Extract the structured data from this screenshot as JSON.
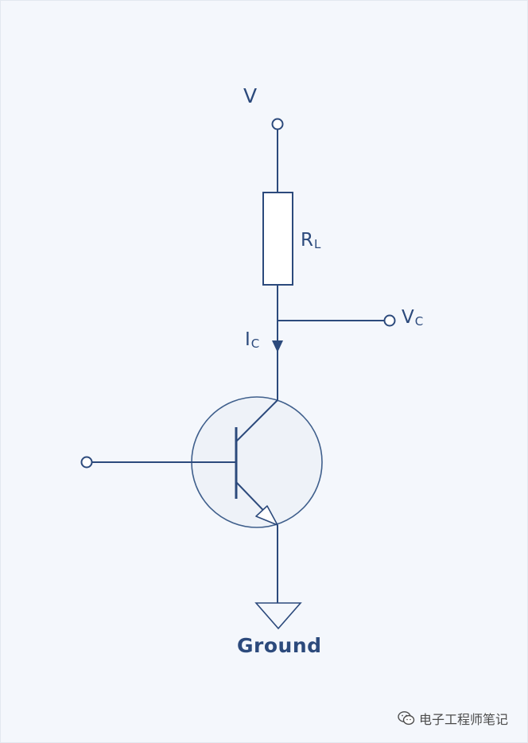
{
  "labels": {
    "supply": "V",
    "load_resistor": {
      "main": "R",
      "sub": "L"
    },
    "collector_voltage": {
      "main": "V",
      "sub": "C"
    },
    "collector_current": {
      "main": "I",
      "sub": "C"
    },
    "ground": "Ground"
  },
  "watermark": {
    "text": "电子工程师笔记",
    "icon": "wechat-icon"
  },
  "colors": {
    "wire": "#2c4a7c",
    "transistor_outline": "#3f5f8c",
    "transistor_fill": "#eef2f8",
    "background": "#f4f7fc",
    "resistor_fill": "#ffffff"
  }
}
